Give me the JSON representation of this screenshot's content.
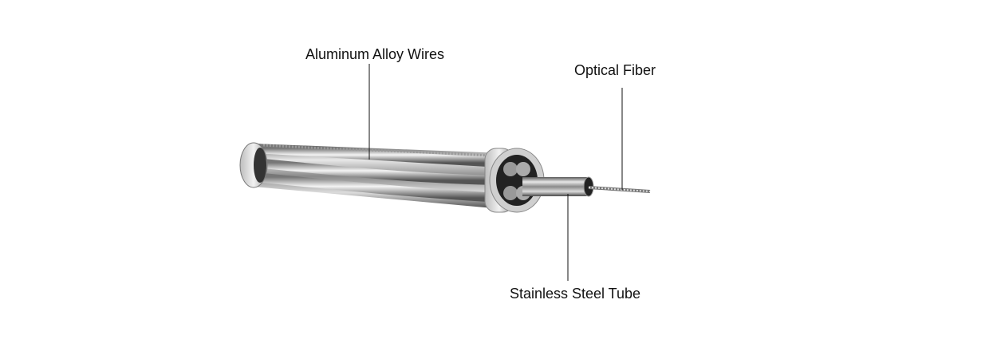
{
  "labels": {
    "aluminum": "Aluminum Alloy Wires",
    "fiber": "Optical Fiber",
    "tube": "Stainless Steel Tube"
  }
}
